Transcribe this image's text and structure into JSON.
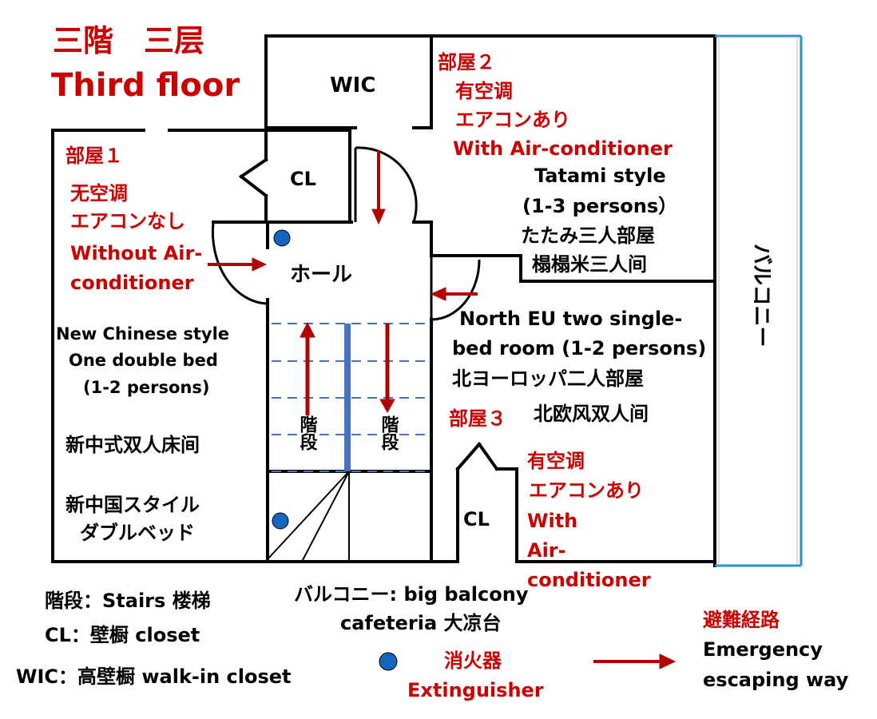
{
  "title": {
    "jp": "三階　三层",
    "en": "Third floor"
  },
  "rooms": {
    "wic": "WIC",
    "cl_top": "CL",
    "cl_bottom": "CL",
    "hall": "ホール",
    "room1": {
      "name": "部屋１",
      "ac_cn": "无空调",
      "ac_jp": "エアコンなし",
      "ac_en_1": "Without Air-",
      "ac_en_2": "conditioner",
      "desc_1": "New Chinese style",
      "desc_2": "One double bed",
      "desc_3": "(1-2 persons)",
      "desc_cn": "新中式双人床间",
      "desc_jp_1": "新中国スタイル",
      "desc_jp_2": "ダブルベッド"
    },
    "room2": {
      "name": "部屋２",
      "ac_cn": "有空调",
      "ac_jp": "エアコンあり",
      "ac_en": "With Air-conditioner",
      "desc_1": "Tatami style",
      "desc_2": "(1-3 persons）",
      "desc_jp": "たたみ三人部屋",
      "desc_cn": "榻榻米三人间"
    },
    "room3": {
      "name": "部屋３",
      "ac_cn": "有空调",
      "ac_jp": "エアコンあり",
      "ac_en_1": "With",
      "ac_en_2": "Air-",
      "ac_en_3": "conditioner",
      "desc_1": "North EU two single-",
      "desc_2": "bed room  (1-2 persons)",
      "desc_jp": "北ヨーロッパ二人部屋",
      "desc_cn": "北欧风双人间"
    },
    "stairs_left": "階段",
    "stairs_right": "階段",
    "balcony_side": "バルコニー",
    "balcony_big_1": "バルコニー: big balcony",
    "balcony_big_2": "cafeteria 大凉台"
  },
  "legend": {
    "stairs": "階段：Stairs 楼梯",
    "closet": "CL：壁橱 closet",
    "wic": "WIC：高壁橱 walk-in closet",
    "extinguisher_jp": "消火器",
    "extinguisher_en": "Extinguisher",
    "escape_jp": "避難経路",
    "escape_en_1": "Emergency",
    "escape_en_2": "escaping way"
  },
  "colors": {
    "wall": "#000000",
    "accent": "#cc0000",
    "extinguisher": "#1565c0",
    "stairs_line": "#4472c4",
    "balcony_edge": "#2f8fd0"
  }
}
